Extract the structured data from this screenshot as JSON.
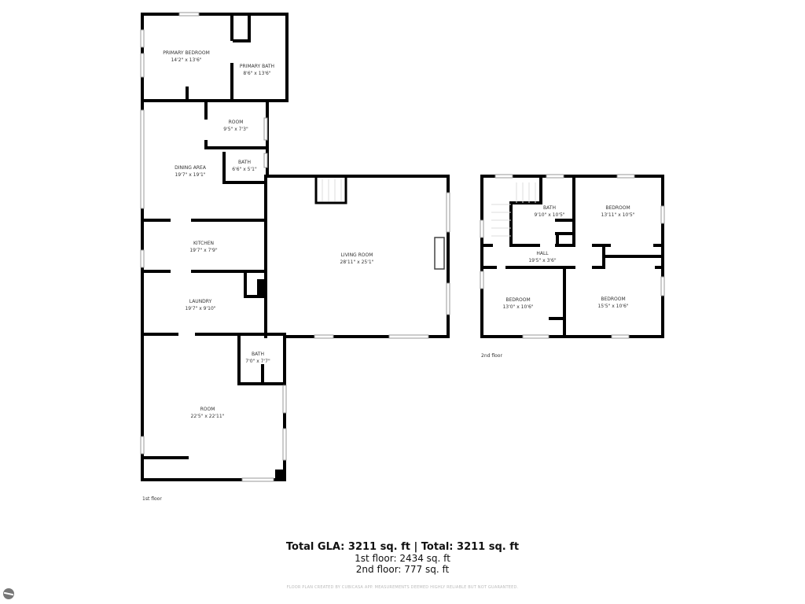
{
  "floors": [
    {
      "label": "1st floor",
      "rooms": [
        {
          "name": "PRIMARY BEDROOM",
          "size": "14'2\" x 13'6\""
        },
        {
          "name": "PRIMARY BATH",
          "size": "8'6\" x 13'6\""
        },
        {
          "name": "ROOM",
          "size": "9'5\" x 7'3\""
        },
        {
          "name": "BATH",
          "size": "6'6\" x 5'1\""
        },
        {
          "name": "DINING AREA",
          "size": "19'7\" x 19'1\""
        },
        {
          "name": "KITCHEN",
          "size": "19'7\" x 7'9\""
        },
        {
          "name": "LAUNDRY",
          "size": "19'7\" x 9'10\""
        },
        {
          "name": "LIVING ROOM",
          "size": "28'11\" x 25'1\""
        },
        {
          "name": "BATH",
          "size": "7'0\" x 7'7\""
        },
        {
          "name": "ROOM",
          "size": "22'5\" x 22'11\""
        }
      ]
    },
    {
      "label": "2nd floor",
      "rooms": [
        {
          "name": "BATH",
          "size": "9'10\" x 10'5\""
        },
        {
          "name": "BEDROOM",
          "size": "13'11\" x 10'5\""
        },
        {
          "name": "HALL",
          "size": "19'5\" x 3'6\""
        },
        {
          "name": "BEDROOM",
          "size": "13'0\" x 10'6\""
        },
        {
          "name": "BEDROOM",
          "size": "15'5\" x 10'6\""
        }
      ]
    }
  ],
  "totals": {
    "headline": "Total GLA: 3211 sq. ft | Total: 3211 sq. ft",
    "first_floor": "1st floor: 2434 sq. ft",
    "second_floor": "2nd floor: 777 sq. ft"
  },
  "disclaimer": "FLOOR PLAN CREATED BY CUBICASA APP. MEASUREMENTS DEEMED HIGHLY RELIABLE BUT NOT GUARANTEED.",
  "logo": "logo-icon"
}
